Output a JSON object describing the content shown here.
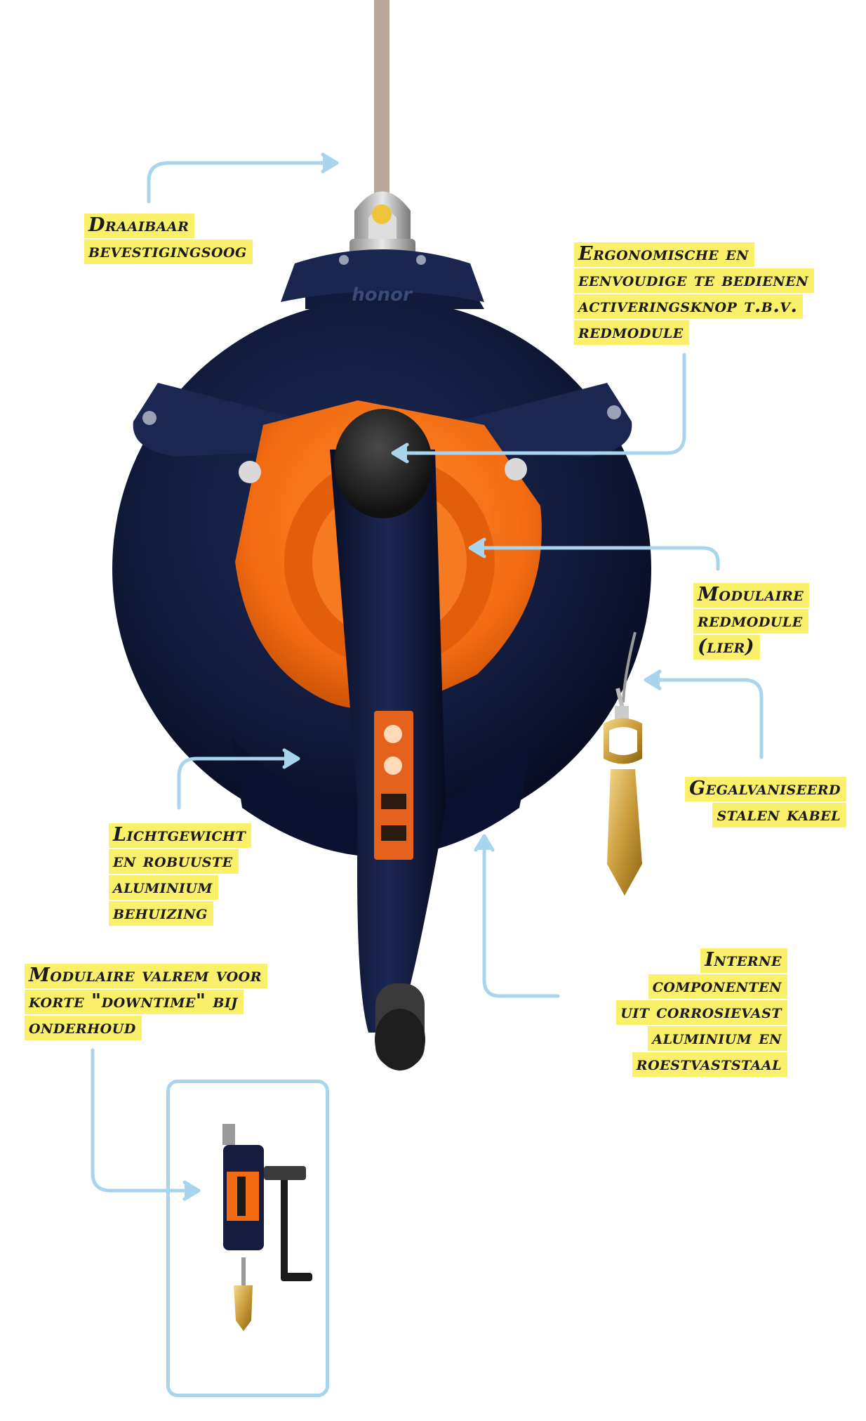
{
  "product": {
    "brand_mark": "honor"
  },
  "callouts": {
    "swivel_eye": [
      "Draaibaar",
      "bevestigingsoog"
    ],
    "activation_knob": [
      "Ergonomische en",
      "eenvoudige te bedienen",
      "activeringsknop t.b.v.",
      "redmodule"
    ],
    "rescue_module": [
      "Modulaire",
      "redmodule",
      "(lier)"
    ],
    "steel_cable": [
      "Gegalvaniseerd",
      "stalen kabel"
    ],
    "housing": [
      "Lichtgewicht",
      "en robuuste",
      "aluminium",
      "behuizing"
    ],
    "internal_parts": [
      "Interne",
      "componenten",
      "uit corrosievast",
      "aluminium en",
      "roestvaststaal"
    ],
    "modular_fall_arrest": [
      "Modulaire valrem voor",
      "korte \"downtime\" bij",
      "onderhoud"
    ]
  },
  "colors": {
    "highlight": "#fbf06a",
    "arrow": "#a8d4ee",
    "housing_navy": "#101836",
    "orange": "#f26b12",
    "text": "#1c1a1a"
  }
}
